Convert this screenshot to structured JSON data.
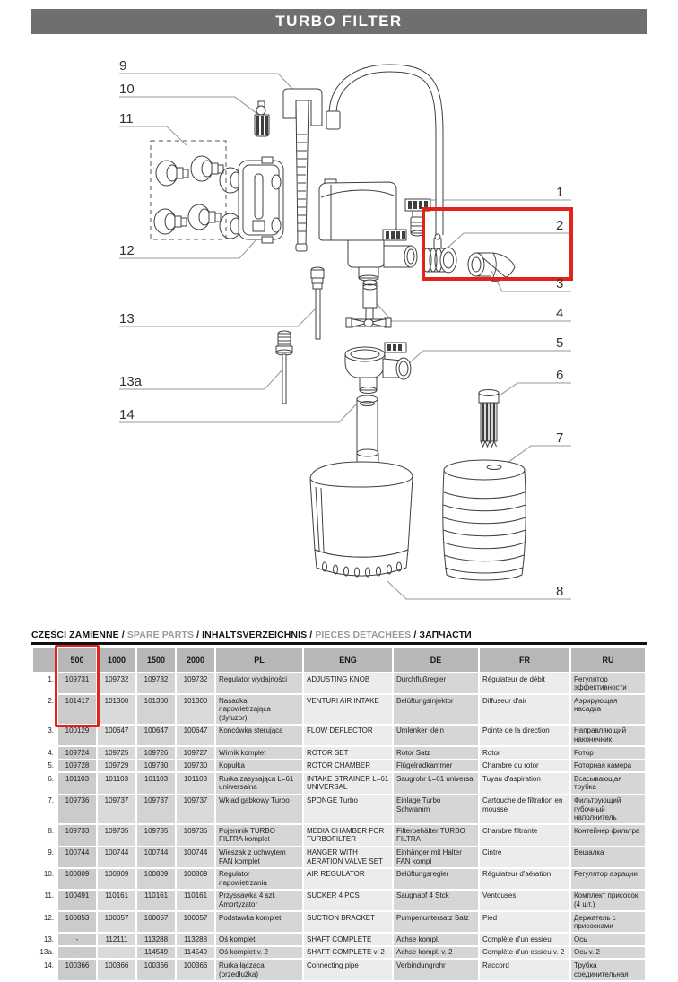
{
  "banner": {
    "title": "TURBO FILTER",
    "bg_color": "#6f6f6f"
  },
  "diagram": {
    "highlight_color": "#e2231a",
    "callouts": {
      "c1": "1",
      "c2": "2",
      "c3": "3",
      "c4": "4",
      "c5": "5",
      "c6": "6",
      "c7": "7",
      "c8": "8",
      "c9": "9",
      "c10": "10",
      "c11": "11",
      "c12": "12",
      "c13": "13",
      "c13a": "13a",
      "c14": "14"
    }
  },
  "parts_heading": {
    "sep": " / ",
    "segments": [
      "CZĘŚCI ZAMIENNE",
      "SPARE PARTS",
      "INHALTSVERZEICHNIS",
      "PIECES DETACHÉES",
      "ЗАПЧАСТИ"
    ]
  },
  "table": {
    "columns": [
      "",
      "500",
      "1000",
      "1500",
      "2000",
      "PL",
      "ENG",
      "DE",
      "FR",
      "RU"
    ],
    "rows": [
      {
        "no": "1.",
        "c500": "109731",
        "c1000": "109732",
        "c1500": "109732",
        "c2000": "109732",
        "pl": "Regulator wydajności",
        "eng": "ADJUSTING KNOB",
        "de": "Durchflußregler",
        "fr": "Régulateur de débit",
        "ru": "Регулятор эффективности"
      },
      {
        "no": "2.",
        "c500": "101417",
        "c1000": "101300",
        "c1500": "101300",
        "c2000": "101300",
        "pl": "Nasadka napowietrzająca (dyfuzor)",
        "eng": "VENTURI AIR INTAKE",
        "de": "Belüftungsinjektor",
        "fr": "Diffuseur d'air",
        "ru": "Аэрирующая насадка"
      },
      {
        "no": "3.",
        "c500": "100129",
        "c1000": "100647",
        "c1500": "100647",
        "c2000": "100647",
        "pl": "Końcówka sterująca",
        "eng": "FLOW DEFLECTOR",
        "de": "Umlenker klein",
        "fr": "Pointe de la direction",
        "ru": "Направляющий наконечник"
      },
      {
        "no": "4.",
        "c500": "109724",
        "c1000": "109725",
        "c1500": "109726",
        "c2000": "109727",
        "pl": "Wirnik komplet",
        "eng": "ROTOR SET",
        "de": "Rotor Satz",
        "fr": "Rotor",
        "ru": "Ротор"
      },
      {
        "no": "5.",
        "c500": "109728",
        "c1000": "109729",
        "c1500": "109730",
        "c2000": "109730",
        "pl": "Kopułka",
        "eng": "ROTOR CHAMBER",
        "de": "Flügelradkammer",
        "fr": "Chambre du rotor",
        "ru": "Роторная камера"
      },
      {
        "no": "6.",
        "c500": "101103",
        "c1000": "101103",
        "c1500": "101103",
        "c2000": "101103",
        "pl": "Rurka zasysająca L=61 uniwersalna",
        "eng": "INTAKE STRAINER L=61 UNIVERSAL",
        "de": "Saugrohr L=61 universal",
        "fr": "Tuyau d'aspiration",
        "ru": "Всасывающая трубка"
      },
      {
        "no": "7.",
        "c500": "109736",
        "c1000": "109737",
        "c1500": "109737",
        "c2000": "109737",
        "pl": "Wkład gąbkowy Turbo",
        "eng": "SPONGE Turbo",
        "de": "Einlage Turbo Schwamm",
        "fr": "Cartouche de filtration en mousse",
        "ru": "Фильтрующий губочный наполнитель"
      },
      {
        "no": "8.",
        "c500": "109733",
        "c1000": "109735",
        "c1500": "109735",
        "c2000": "109735",
        "pl": "Pojemnik TURBO FILTRA komplet",
        "eng": "MEDIA CHAMBER FOR TURBOFILTER",
        "de": "Filterbehälter TURBO FILTRA",
        "fr": "Chambre filtrante",
        "ru": "Контейнер фильтра"
      },
      {
        "no": "9.",
        "c500": "100744",
        "c1000": "100744",
        "c1500": "100744",
        "c2000": "100744",
        "pl": "Wieszak z uchwytem FAN komplet",
        "eng": "HANGER WITH AERATION VALVE SET",
        "de": "Einhänger mit Halter FAN kompl",
        "fr": "Cintre",
        "ru": "Вешалка"
      },
      {
        "no": "10.",
        "c500": "100809",
        "c1000": "100809",
        "c1500": "100809",
        "c2000": "100809",
        "pl": "Regulator napowietrzania",
        "eng": "AIR REGULATOR",
        "de": "Belüftungsregler",
        "fr": "Régulateur d'aération",
        "ru": "Регулятор аэрации"
      },
      {
        "no": "11.",
        "c500": "100491",
        "c1000": "110161",
        "c1500": "110161",
        "c2000": "110161",
        "pl": "Przyssawka 4 szt. Amortyzator",
        "eng": "SUCKER 4 PCS",
        "de": "Saugnapf 4 Stck",
        "fr": "Ventouses",
        "ru": "Комплект присосок (4 шт.)"
      },
      {
        "no": "12.",
        "c500": "100853",
        "c1000": "100057",
        "c1500": "100057",
        "c2000": "100057",
        "pl": "Podstawka komplet",
        "eng": "SUCTION BRACKET",
        "de": "Pumpenuntersatz Satz",
        "fr": "Pied",
        "ru": "Держатель с присосками"
      },
      {
        "no": "13.",
        "c500": "-",
        "c1000": "112111",
        "c1500": "113288",
        "c2000": "113288",
        "pl": "Oś komplet",
        "eng": "SHAFT COMPLETE",
        "de": "Achse kompl.",
        "fr": "Complète d'un essieu",
        "ru": "Ось"
      },
      {
        "no": "13a.",
        "c500": "-",
        "c1000": "-",
        "c1500": "114549",
        "c2000": "114549",
        "pl": "Oś komplet v. 2",
        "eng": "SHAFT COMPLETE v. 2",
        "de": "Achse kompl. v. 2",
        "fr": "Complète d'un essieu v. 2",
        "ru": "Ось v. 2"
      },
      {
        "no": "14.",
        "c500": "100366",
        "c1000": "100366",
        "c1500": "100366",
        "c2000": "100366",
        "pl": "Rurka łącząca (przedłużka)",
        "eng": "Connecting pipe",
        "de": "Verbindungrohr",
        "fr": "Raccord",
        "ru": "Трубка соединительная"
      }
    ]
  }
}
